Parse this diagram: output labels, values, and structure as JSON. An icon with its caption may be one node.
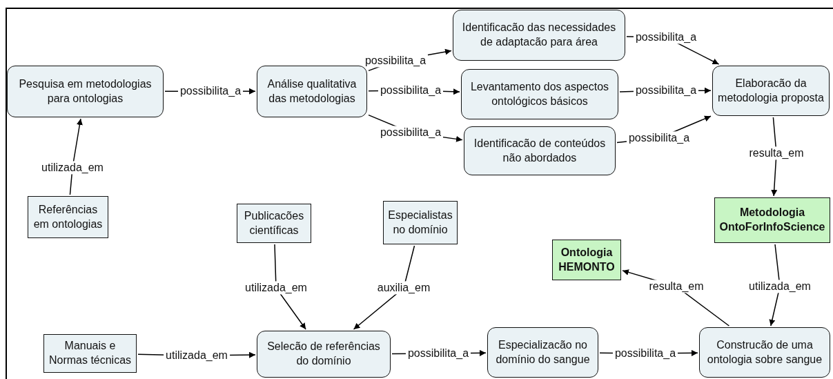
{
  "diagram": {
    "nodes": [
      {
        "text": [
          "Pesquisa em metodologias para ontologias"
        ]
      },
      {
        "text": [
          "Análise qualitativa das metodologias"
        ]
      },
      {
        "text": [
          "Identificacão das necessidades de adaptacão para área"
        ]
      },
      {
        "text": [
          "Levantamento dos aspectos ontológicos básicos"
        ]
      },
      {
        "text": [
          "Identificacão de conteúdos não abordados"
        ]
      },
      {
        "text": [
          "Elaboracão da metodologia proposta"
        ]
      },
      {
        "text": [
          "Referências em ontologias"
        ]
      },
      {
        "text": [
          "Publicacões científicas"
        ]
      },
      {
        "text": [
          "Especialistas no domínio"
        ]
      },
      {
        "text": [
          "Metodologia OntoForInfoScience"
        ]
      },
      {
        "text": [
          "Ontologia HEMONTO"
        ]
      },
      {
        "text": [
          "Manuais e Normas técnicas"
        ]
      },
      {
        "text": [
          "Selecão de referências do domínio"
        ]
      },
      {
        "text": [
          "Especializacão no domínio do sangue"
        ]
      },
      {
        "text": [
          "Construcão de uma ontologia sobre sangue"
        ]
      }
    ],
    "edges": [
      {
        "from": 0,
        "to": 1,
        "arrow": "to",
        "label": "possibilita_a"
      },
      {
        "from": 1,
        "to": 2,
        "arrow": "to",
        "label": "possibilita_a"
      },
      {
        "from": 1,
        "to": 3,
        "arrow": "to",
        "label": "possibilita_a"
      },
      {
        "from": 1,
        "to": 4,
        "arrow": "to",
        "label": "possibilita_a"
      },
      {
        "from": 2,
        "to": 5,
        "arrow": "to",
        "label": "possibilita_a"
      },
      {
        "from": 3,
        "to": 5,
        "arrow": "to",
        "label": "possibilita_a"
      },
      {
        "from": 4,
        "to": 5,
        "arrow": "to",
        "label": "possibilita_a"
      },
      {
        "from": 6,
        "to": 0,
        "arrow": "to",
        "label": "utilizada_em"
      },
      {
        "from": 5,
        "to": 9,
        "arrow": "to",
        "label": "resulta_em"
      },
      {
        "from": 7,
        "to": 12,
        "arrow": "to",
        "label": "utilizada_em"
      },
      {
        "from": 8,
        "to": 12,
        "arrow": "to",
        "label": "auxilia_em"
      },
      {
        "from": 11,
        "to": 12,
        "arrow": "to",
        "label": "utilizada_em"
      },
      {
        "from": 12,
        "to": 13,
        "arrow": "to",
        "label": "possibilita_a"
      },
      {
        "from": 13,
        "to": 14,
        "arrow": "to",
        "label": "possibilita_a"
      },
      {
        "from": 9,
        "to": 14,
        "arrow": "to",
        "label": "utilizada_em"
      },
      {
        "from": 14,
        "to": 10,
        "arrow": "to",
        "label": "resulta_em"
      }
    ]
  }
}
